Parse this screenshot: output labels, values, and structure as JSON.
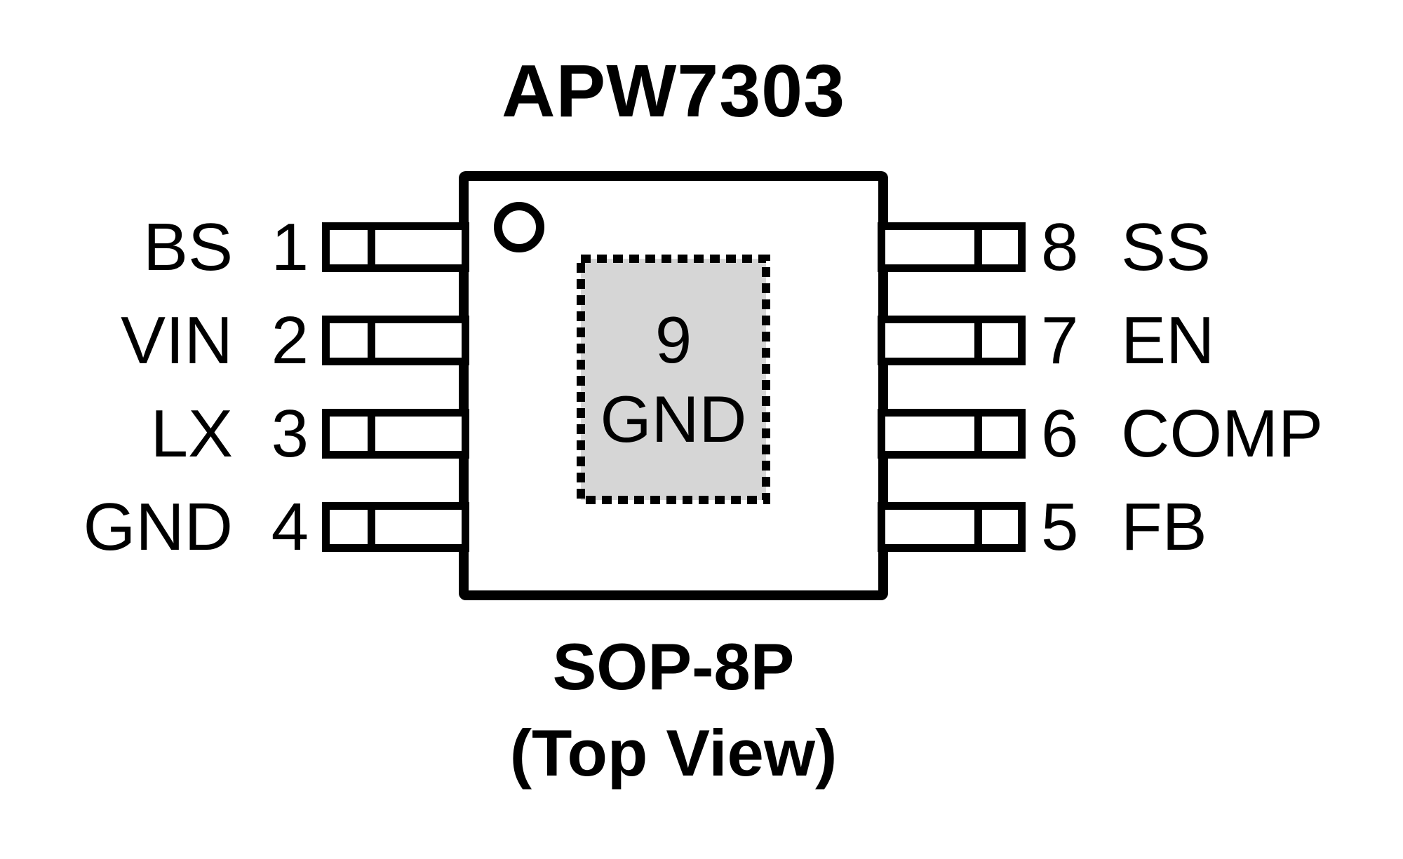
{
  "title": "APW7303",
  "caption": {
    "package": "SOP-8P",
    "view": "(Top View)"
  },
  "thermal_pad": {
    "number": "9",
    "label": "GND"
  },
  "pins": {
    "left": [
      {
        "number": "1",
        "label": "BS"
      },
      {
        "number": "2",
        "label": "VIN"
      },
      {
        "number": "3",
        "label": "LX"
      },
      {
        "number": "4",
        "label": "GND"
      }
    ],
    "right": [
      {
        "number": "8",
        "label": "SS"
      },
      {
        "number": "7",
        "label": "EN"
      },
      {
        "number": "6",
        "label": "COMP"
      },
      {
        "number": "5",
        "label": "FB"
      }
    ]
  },
  "colors": {
    "line": "#000000",
    "background": "#ffffff",
    "pad_fill": "#d6d6d6"
  }
}
